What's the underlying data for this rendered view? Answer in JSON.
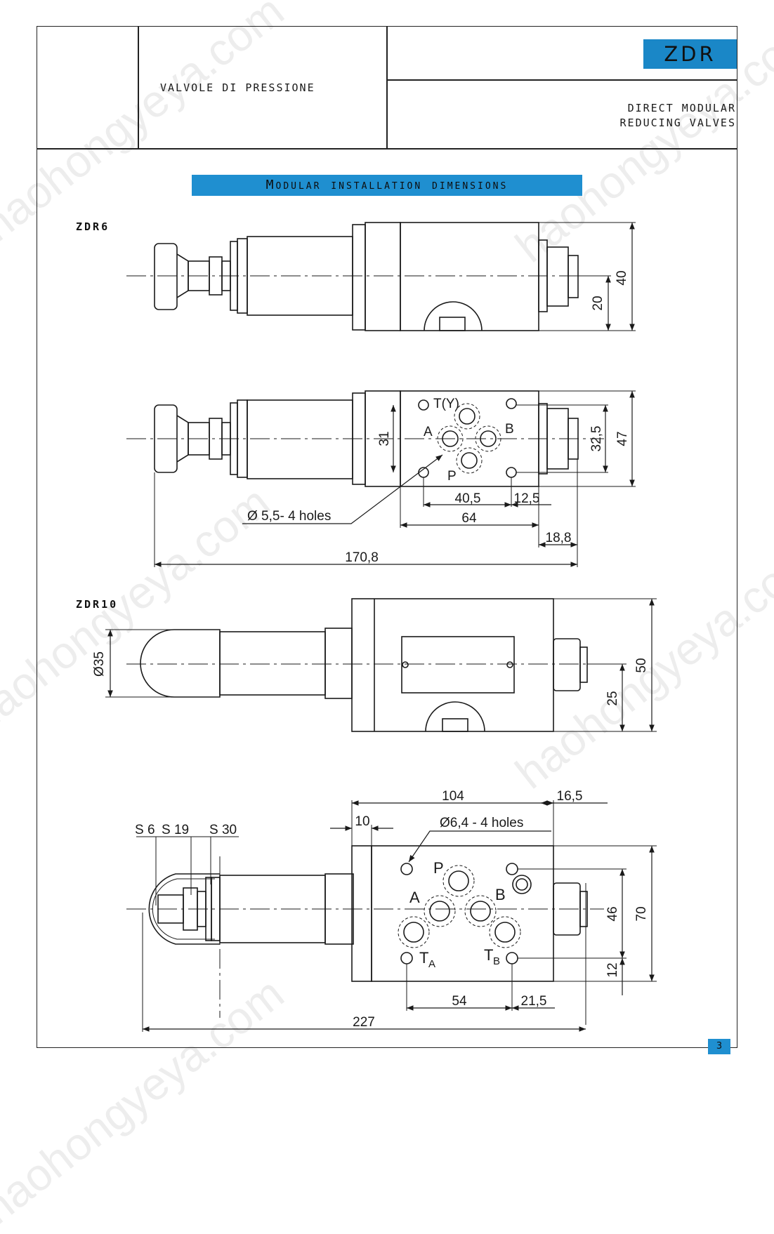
{
  "header": {
    "category": "VALVOLE DI PRESSIONE",
    "brand": "ZDR",
    "subtitle_line1": "DIRECT MODULAR",
    "subtitle_line2": "REDUCING VALVES"
  },
  "section_title": "Modular installation dimensions",
  "zdr6": {
    "label": "ZDR6",
    "dims": {
      "d40": "40",
      "d20": "20",
      "d47": "47",
      "d32_5": "32,5",
      "d31": "31",
      "d40_5": "40,5",
      "d12_5": "12,5",
      "d64": "64",
      "d18_8": "18,8",
      "d170_8": "170,8",
      "holes": "Ø 5,5- 4 holes"
    },
    "ports": {
      "t": "T(Y)",
      "a": "A",
      "b": "B",
      "p": "P"
    }
  },
  "zdr10": {
    "label": "ZDR10",
    "dims": {
      "d35": "Ø35",
      "d50": "50",
      "d25": "25",
      "d104": "104",
      "d16_5": "16,5",
      "d10": "10",
      "holes": "Ø6,4 - 4 holes",
      "s6": "S 6",
      "s19": "S 19",
      "s30": "S 30",
      "d46": "46",
      "d70": "70",
      "d12": "12",
      "d54": "54",
      "d21_5": "21,5",
      "d227": "227"
    },
    "ports": {
      "p": "P",
      "a": "A",
      "b": "B",
      "ta": "T",
      "ta_sub": "A",
      "tb": "T",
      "tb_sub": "B"
    }
  },
  "watermark": "haohongyeya.com",
  "page_number": "3",
  "colors": {
    "accent": "#1f8fd0",
    "line": "#1a1a1a"
  }
}
